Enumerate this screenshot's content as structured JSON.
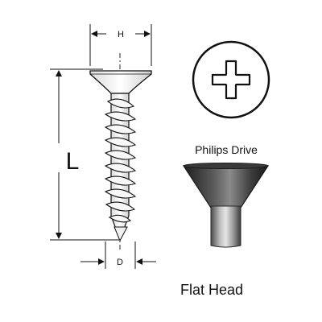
{
  "dimensions": {
    "head_diameter_label": "H",
    "length_label": "L",
    "thread_diameter_label": "D"
  },
  "drive": {
    "caption": "Philips Drive",
    "icon": "phillips-cross-icon"
  },
  "head_profile": {
    "caption": "Flat Head"
  },
  "colors": {
    "line": "#111111",
    "screw_fill": "#f2f2f2",
    "head_dark": "#2c2c2c",
    "head_mid": "#6a6a6a",
    "shank_light": "#cfcfcf"
  }
}
